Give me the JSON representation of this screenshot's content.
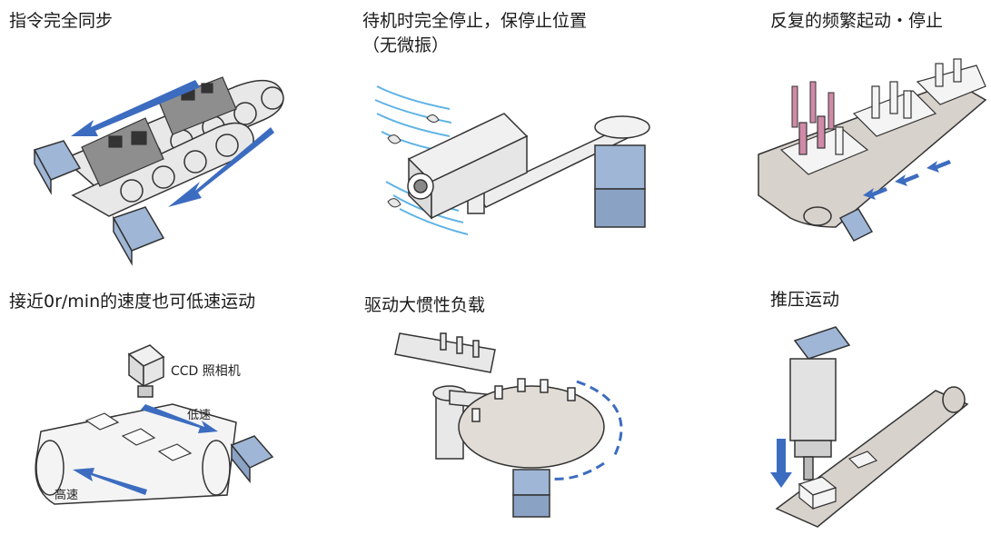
{
  "panels": [
    {
      "title": "指令完全同步"
    },
    {
      "title_lines": [
        "待机时完全停止，保停止位置",
        "（无微振）"
      ]
    },
    {
      "title": "反复的频繁起动・停止"
    },
    {
      "title": "接近0r/min的速度也可低速运动"
    },
    {
      "title": "驱动大惯性负载"
    },
    {
      "title": "推压运动"
    }
  ],
  "labels": {
    "camera": "CCD 照相机",
    "low_speed": "低速",
    "high_speed": "高速"
  },
  "colors": {
    "arrow_blue": "#3c6cc0",
    "motor_blue": "#9fb6d6",
    "belt_gray": "#d8d2cc",
    "wave_blue": "#5fb3e6",
    "pink": "#d08aa8"
  }
}
